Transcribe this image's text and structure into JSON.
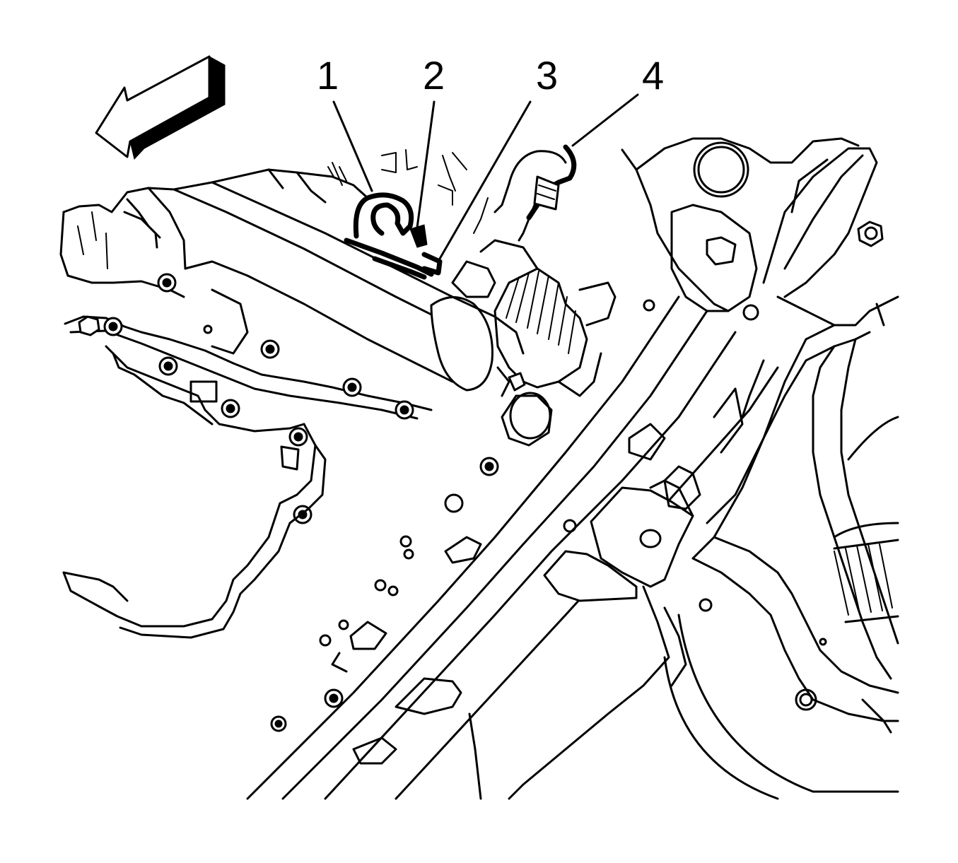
{
  "diagram": {
    "callouts": [
      {
        "id": 1,
        "label": "1"
      },
      {
        "id": 2,
        "label": "2"
      },
      {
        "id": 3,
        "label": "3"
      },
      {
        "id": 4,
        "label": "4"
      }
    ],
    "direction_arrow": "forward-direction-arrow-icon",
    "colors": {
      "line": "#000000",
      "background": "#ffffff"
    }
  }
}
